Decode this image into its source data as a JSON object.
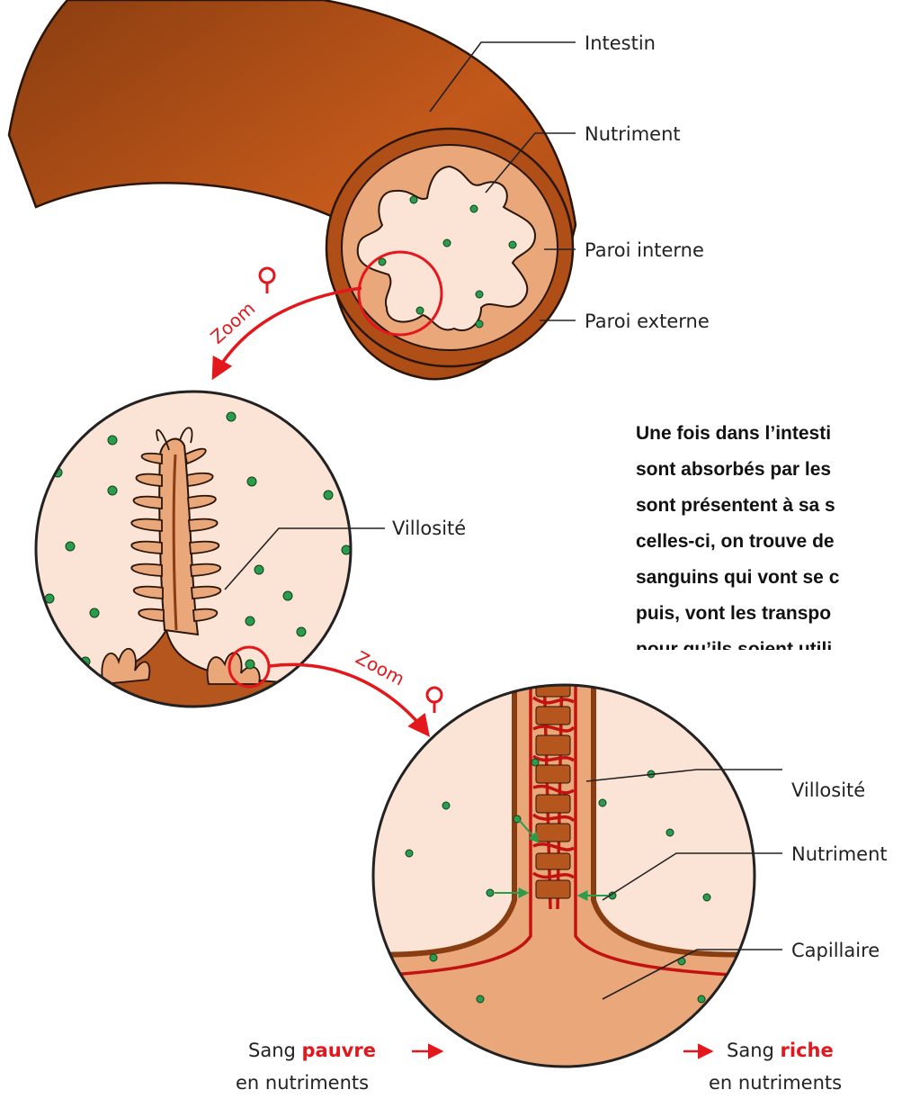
{
  "labels": {
    "intestin": "Intestin",
    "nutriment_top": "Nutriment",
    "paroi_interne": "Paroi interne",
    "paroi_externe": "Paroi externe",
    "villosite_mid": "Villosité",
    "villosite_bottom": "Villosité",
    "nutriment_bottom": "Nutriment",
    "capillaire": "Capillaire",
    "sang_pauvre_prefix": "Sang ",
    "sang_pauvre_word": "pauvre",
    "sang_pauvre_suffix": "en nutriments",
    "sang_riche_prefix": "Sang ",
    "sang_riche_word": "riche",
    "sang_riche_suffix": "en nutriments",
    "zoom_1": "Zoom",
    "zoom_2": "Zoom"
  },
  "caption_lines": [
    "Une fois dans l’intesti",
    "sont absorbés par les",
    "sont présentent à sa s",
    "celles-ci, on trouve de",
    "sanguins qui vont se c",
    "puis, vont les transpo",
    "pour qu’ils soient utili"
  ],
  "colors": {
    "intestine_dark": "#8a3d10",
    "intestine_mid": "#c0581a",
    "wall_fill": "#e9a77a",
    "lumen": "#fbe3d5",
    "nutrient": "#2a9d4c",
    "accent_red": "#e3171c"
  }
}
